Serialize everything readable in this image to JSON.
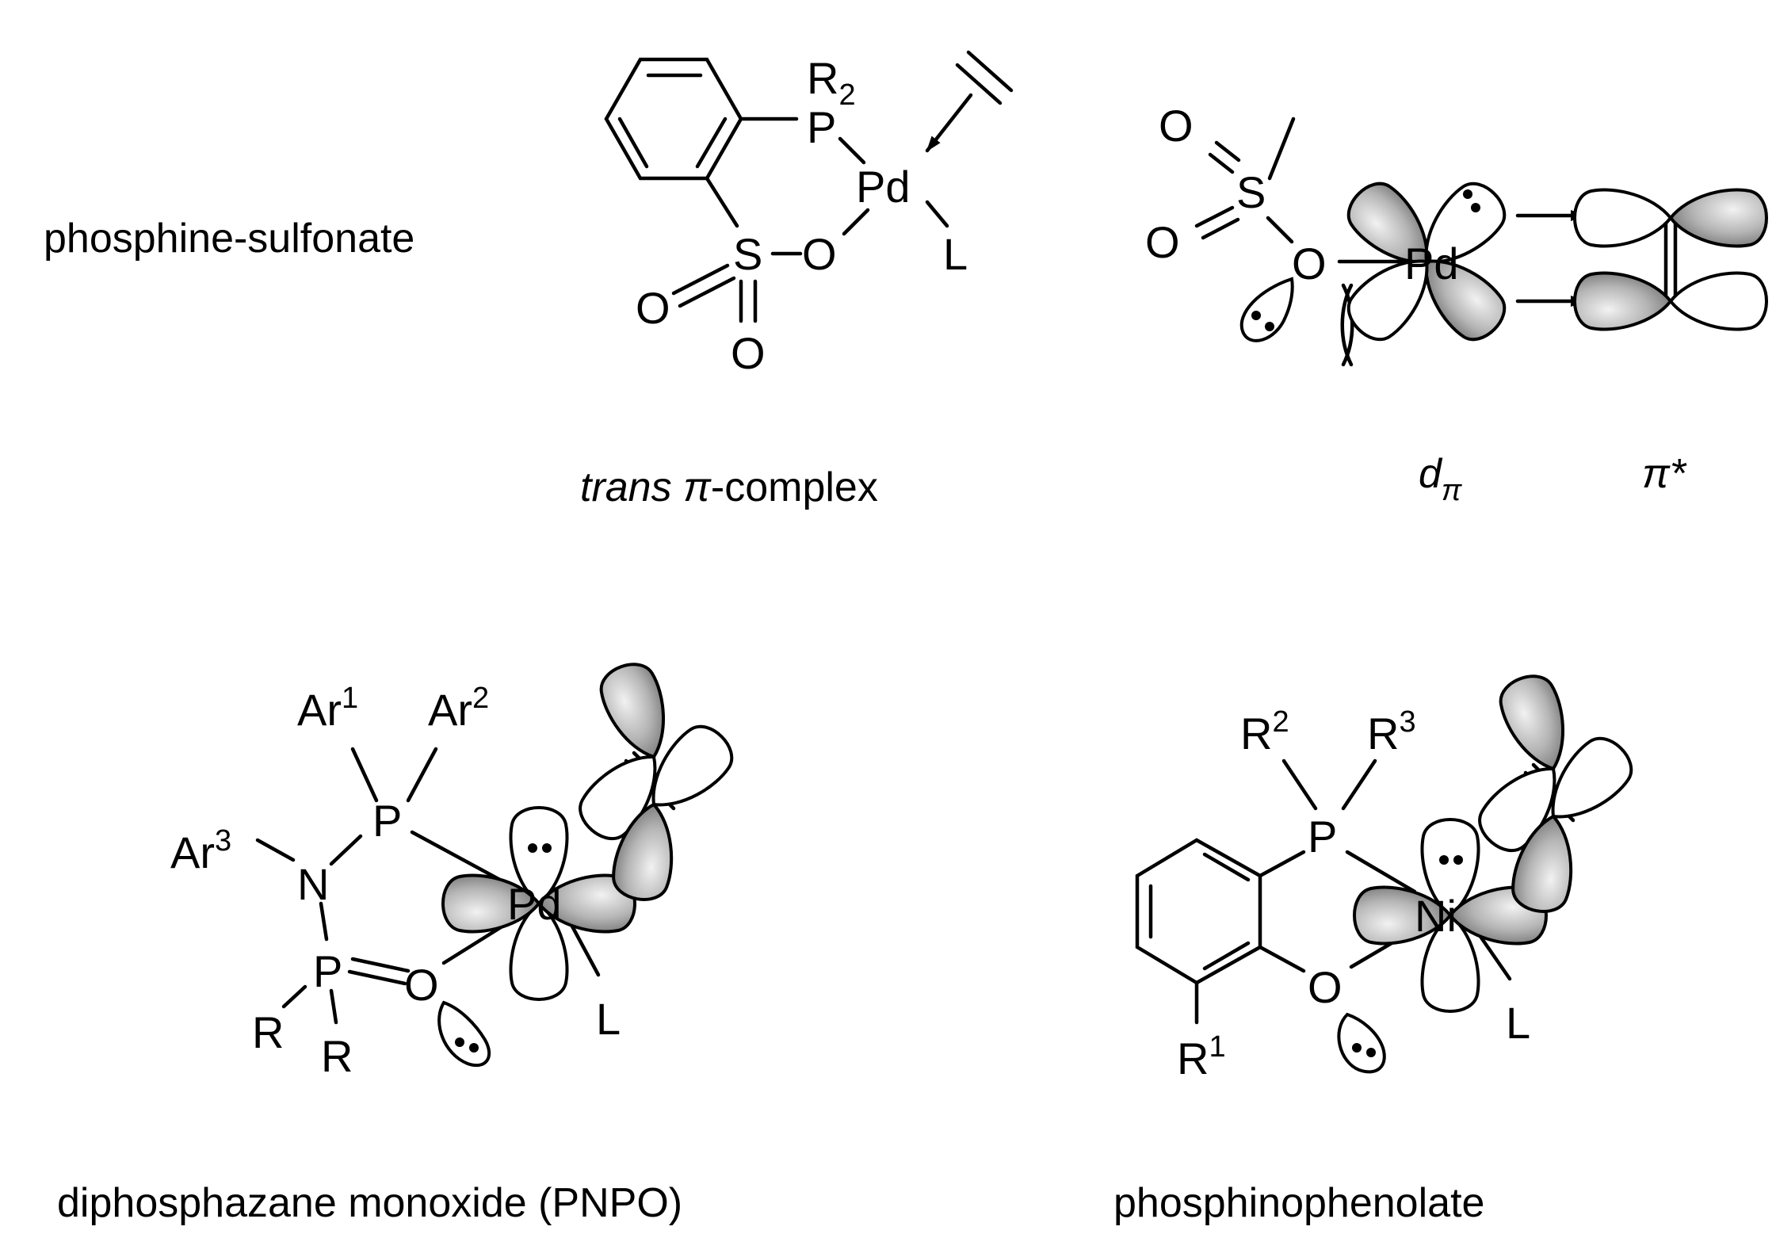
{
  "captions": {
    "phosphine_sulfonate": "phosphine-sulfonate",
    "trans_prefix": "trans",
    "pi_symbol": "π",
    "complex_suffix": "-complex",
    "d_letter": "d",
    "d_subscript": "π",
    "pi_star": "π*",
    "pnpo": "diphosphazane monoxide (PNPO)",
    "phosphinophenolate": "phosphinophenolate"
  },
  "atoms": {
    "P": "P",
    "Pd": "Pd",
    "Ni": "Ni",
    "S": "S",
    "O": "O",
    "N": "N",
    "L": "L",
    "R": "R",
    "Ar": "Ar",
    "sub_2": "2",
    "sup_1": "1",
    "sup_2": "2",
    "sup_3": "3"
  },
  "colors": {
    "ink": "#000000",
    "orbital_light": "#f2f2f2",
    "orbital_dark": "#6e6e6e"
  }
}
